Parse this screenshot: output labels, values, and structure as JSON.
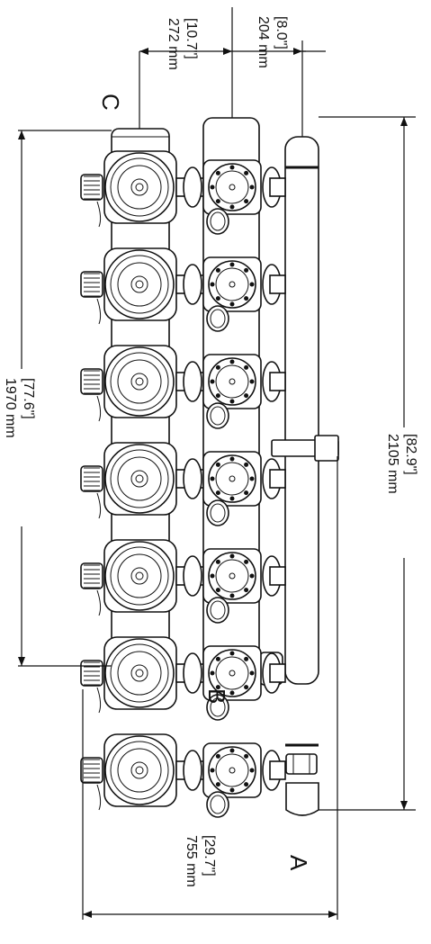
{
  "dimensions": {
    "width_272": {
      "in": "[10.7\"]",
      "mm": "272 mm"
    },
    "width_204": {
      "in": "[8.0\"]",
      "mm": "204 mm"
    },
    "length_1970": {
      "in": "[77.6\"]",
      "mm": "1970 mm"
    },
    "length_2105": {
      "in": "[82.9\"]",
      "mm": "2105 mm"
    },
    "depth_755": {
      "in": "[29.7\"]",
      "mm": "755 mm"
    }
  },
  "callouts": {
    "a": "A",
    "b": "B",
    "c": "C"
  },
  "valve_count": 7,
  "colors": {
    "line": "#111111",
    "background": "#ffffff"
  }
}
